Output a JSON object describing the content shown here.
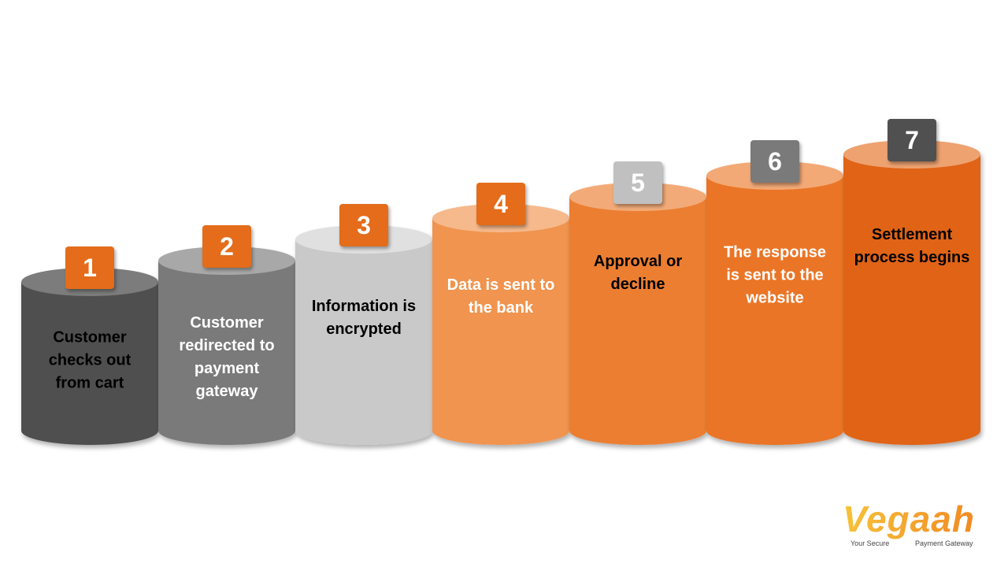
{
  "steps": [
    {
      "number": "1",
      "label": "Customer checks out from cart",
      "body": "#505050",
      "top": "#7c7c7c",
      "badge": "#e46c1a",
      "text": "#000000"
    },
    {
      "number": "2",
      "label": "Customer redirected to payment gateway",
      "body": "#7a7a7a",
      "top": "#a8a8a8",
      "badge": "#e46c1a",
      "text": "#ffffff"
    },
    {
      "number": "3",
      "label": "Information is encrypted",
      "body": "#c9c9c9",
      "top": "#e0e0e0",
      "badge": "#e46c1a",
      "text": "#000000"
    },
    {
      "number": "4",
      "label": "Data is sent to the bank",
      "body": "#f0944f",
      "top": "#f6b98c",
      "badge": "#e46c1a",
      "text": "#ffffff"
    },
    {
      "number": "5",
      "label": "Approval or decline",
      "body": "#ec7e32",
      "top": "#f2ab78",
      "badge": "#c0c0c0",
      "text": "#000000"
    },
    {
      "number": "6",
      "label": "The response is sent to the website",
      "body": "#ea7428",
      "top": "#f3a976",
      "badge": "#7a7a7a",
      "text": "#ffffff"
    },
    {
      "number": "7",
      "label": "Settlement process begins",
      "body": "#e06418",
      "top": "#eea26f",
      "badge": "#505050",
      "text": "#000000"
    }
  ],
  "logo": {
    "name": "Vegaah",
    "tagline_left": "Your Secure",
    "tagline_right": "Payment Gateway"
  }
}
